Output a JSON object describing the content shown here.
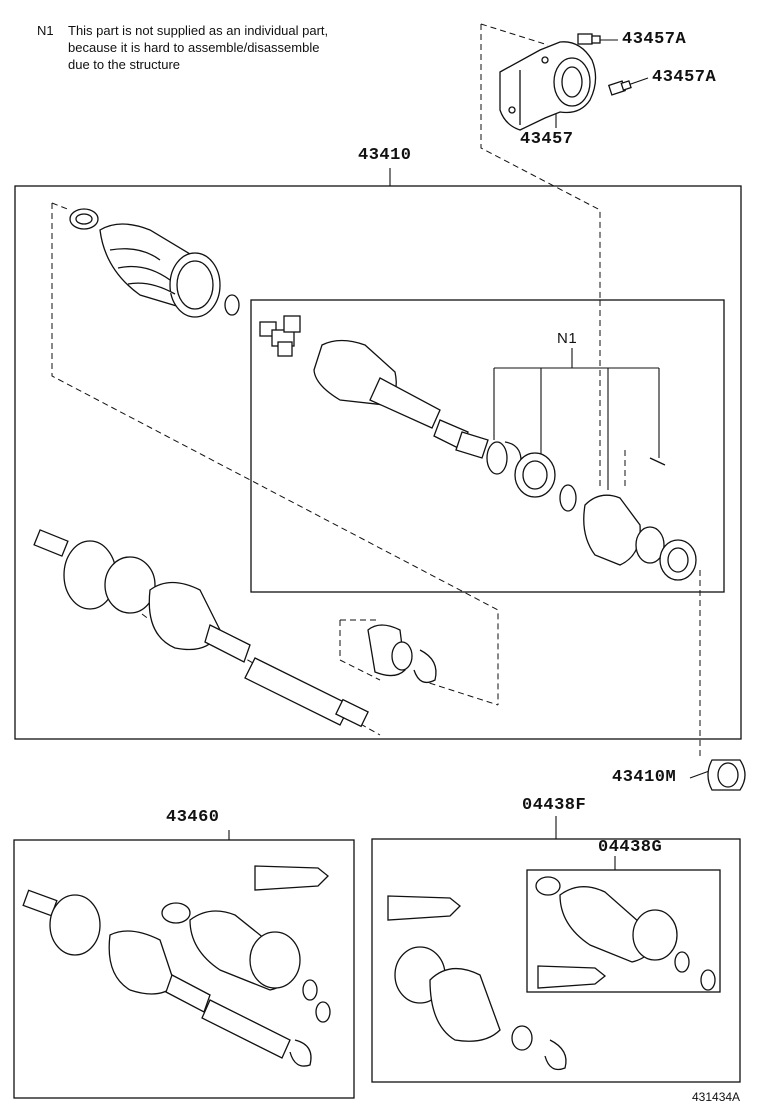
{
  "note": {
    "key": "N1",
    "lines": [
      "This part is not supplied as an individual part,",
      "because it is hard to assemble/disassemble",
      "due to the structure"
    ]
  },
  "callouts": {
    "bolt_upper": "43457A",
    "bolt_lower": "43457A",
    "bracket": "43457",
    "shaft_assembly": "43410",
    "n1_marker": "N1",
    "dust_seal": "43410M",
    "outboard_kit": "43460",
    "boot_kit": "04438F",
    "boot_kit_inner": "04438G"
  },
  "figure_ref": "431434A"
}
